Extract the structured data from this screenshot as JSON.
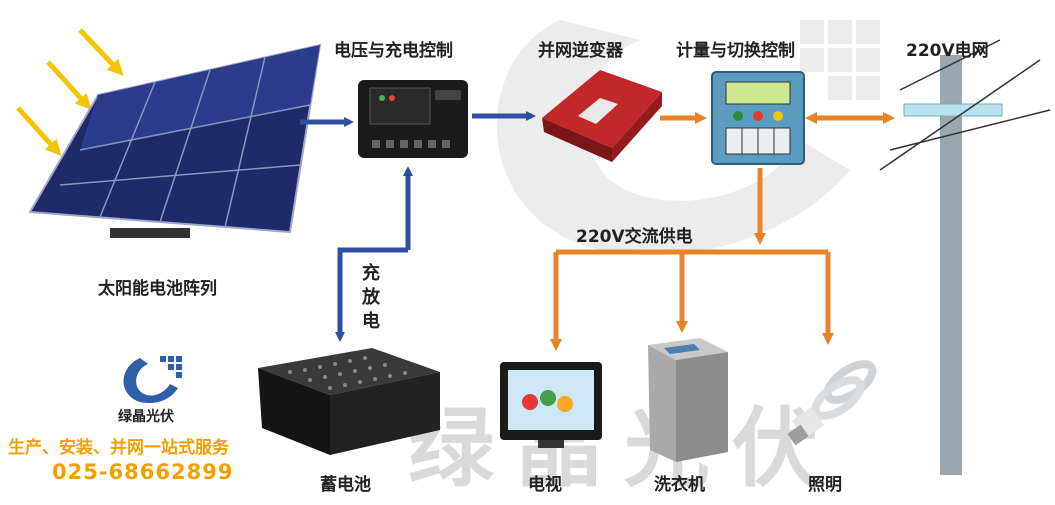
{
  "labels": {
    "charge_controller": "电压与充电控制",
    "inverter": "并网逆变器",
    "meter_switch": "计量与切换控制",
    "grid": "220V电网",
    "ac_supply": "220V交流供电",
    "solar_array": "太阳能电池阵列",
    "charge_discharge": "充放电",
    "battery": "蓄电池",
    "tv": "电视",
    "washer": "洗衣机",
    "lighting": "照明"
  },
  "brand": {
    "name": "绿晶光伏",
    "slogan": "生产、安装、并网一站式服务",
    "phone": "025-68662899",
    "watermark": "绿晶光伏"
  },
  "colors": {
    "blue_arrow": "#2f4fa0",
    "orange_arrow": "#e8832a",
    "sun_arrow": "#f5c400",
    "brand_orange": "#f2a000"
  },
  "icons": [
    "sun-ray-icon",
    "solar-panel-icon",
    "charge-controller-icon",
    "inverter-icon",
    "meter-switch-icon",
    "utility-pole-icon",
    "battery-icon",
    "tv-icon",
    "washing-machine-icon",
    "light-bulb-icon",
    "brand-logo-icon"
  ]
}
